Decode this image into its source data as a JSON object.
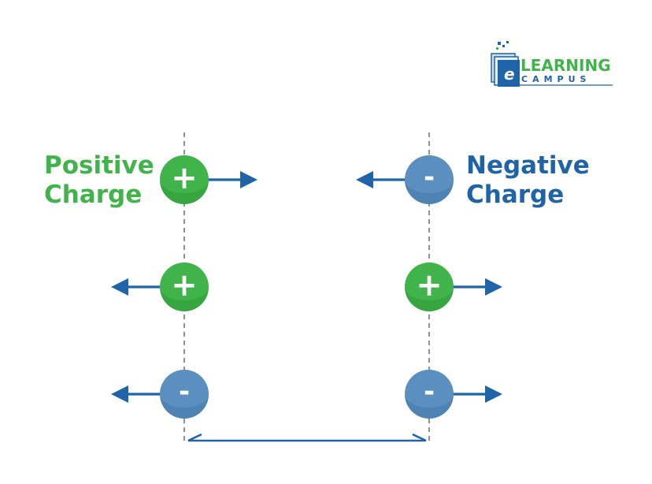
{
  "logo": {
    "letter": "e",
    "line1": "LEARNING",
    "line2": "CAMPUS"
  },
  "labels": {
    "positive": [
      "Positive",
      "Charge"
    ],
    "negative": [
      "Negative",
      "Charge"
    ]
  },
  "signs": {
    "positive": "+",
    "negative": "-"
  },
  "colors": {
    "positive_fill": "#40b44a",
    "positive_shadow": "#2f9a3a",
    "negative_fill": "#5a8fbf",
    "negative_shadow": "#457aab",
    "arrow": "#1f63a8",
    "positive_text": "#40b44a",
    "negative_text": "#1f63a8",
    "guide_line": "#555555",
    "logo_dark": "#1f63a8",
    "logo_green": "#40b44a"
  },
  "rows": [
    {
      "left": {
        "sign": "positive",
        "arrow": "right"
      },
      "right": {
        "sign": "negative",
        "arrow": "left"
      }
    },
    {
      "left": {
        "sign": "positive",
        "arrow": "left"
      },
      "right": {
        "sign": "positive",
        "arrow": "right"
      }
    },
    {
      "left": {
        "sign": "negative",
        "arrow": "left"
      },
      "right": {
        "sign": "negative",
        "arrow": "right"
      }
    }
  ],
  "distance_arrow": "double-headed"
}
